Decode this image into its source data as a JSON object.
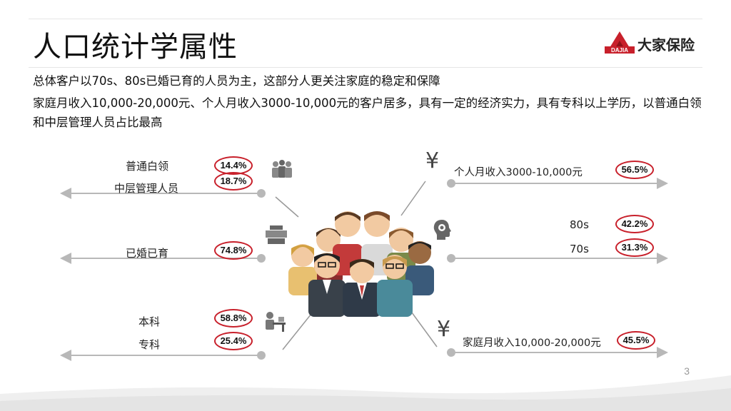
{
  "slide": {
    "title": "人口统计学属性",
    "logo_text": "大家保险",
    "logo_badge": "DAJIA",
    "page_number": "3"
  },
  "summary": {
    "line1": "总体客户以70s、80s已婚已育的人员为主，这部分人更关注家庭的稳定和保障",
    "line2": "家庭月收入10,000-20,000元、个人月收入3000-10,000元的客户居多，具有一定的经济实力，具有专科以上学历，以普通白领和中层管理人员占比最高"
  },
  "left": {
    "occupation": [
      {
        "label": "普通白领",
        "pct": "14.4%"
      },
      {
        "label": "中层管理人员",
        "pct": "18.7%"
      }
    ],
    "marital": [
      {
        "label": "已婚已育",
        "pct": "74.8%"
      }
    ],
    "education": [
      {
        "label": "本科",
        "pct": "58.8%"
      },
      {
        "label": "专科",
        "pct": "25.4%"
      }
    ]
  },
  "right": {
    "personal_income": {
      "label": "个人月收入3000-10,000元",
      "pct": "56.5%",
      "icon": "¥"
    },
    "age": [
      {
        "label": "80s",
        "pct": "42.2%"
      },
      {
        "label": "70s",
        "pct": "31.3%"
      }
    ],
    "family_income": {
      "label": "家庭月收入10,000-20,000元",
      "pct": "45.5%",
      "icon": "¥"
    }
  },
  "colors": {
    "accent_red": "#c8202b",
    "line_gray": "#b8b8b8"
  }
}
